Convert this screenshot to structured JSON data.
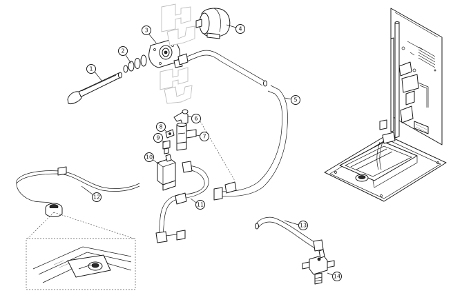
{
  "callouts": [
    {
      "id": "c1",
      "label": "1"
    },
    {
      "id": "c2",
      "label": "2"
    },
    {
      "id": "c3",
      "label": "3"
    },
    {
      "id": "c4",
      "label": "4"
    },
    {
      "id": "c5",
      "label": "5"
    },
    {
      "id": "c6",
      "label": "6"
    },
    {
      "id": "c7",
      "label": "7"
    },
    {
      "id": "c8",
      "label": "8"
    },
    {
      "id": "c9",
      "label": "9"
    },
    {
      "id": "c10",
      "label": "10"
    },
    {
      "id": "c11",
      "label": "11"
    },
    {
      "id": "c12",
      "label": "12"
    },
    {
      "id": "c13",
      "label": "13"
    },
    {
      "id": "c14",
      "label": "14"
    }
  ],
  "colors": {
    "line": "#1a1a1a",
    "ghost": "#bdbdbd",
    "background": "#ffffff"
  }
}
